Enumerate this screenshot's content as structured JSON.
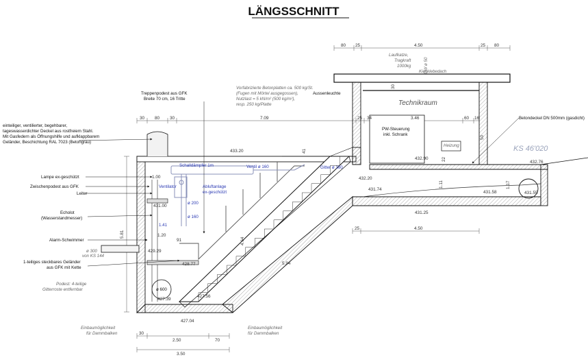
{
  "title": "LÄNGSSCHNITT",
  "room_label": "Technikraum",
  "structure_label": "KS 46'020",
  "notes": {
    "deckel": [
      "einteiliger, ventilierter, begehbarer,",
      "tageswasserdichter Deckel aus rostfreiem Stahl.",
      "Mit Gasfedern als Öffnungshilfe und aufklappbarem",
      "Geländer, Beschichtung RAL 7023 (Betongrau)"
    ],
    "lampe": "Lampe ex-geschützt",
    "zwischenpodest": "Zwischenpodest aus GFK",
    "leiter": "Leiter",
    "echolot": [
      "Echolot",
      "(Wasserstandmesser)"
    ],
    "alarm": "Alarm-Schwimmer",
    "gelaender": [
      "1-teiliges steckbares Geländer",
      "aus GFK mit Kette"
    ],
    "podest": [
      "Podest: 4-teilige",
      "Gitterroste entfernbar"
    ],
    "treppenpodest": [
      "Treppenpodest aus GFK",
      "Breite 70 cm, 16 Tritte"
    ],
    "betonplatten": [
      "Vorfabrizierte Betonplatten ca. 500 kg/St.",
      "(Fugen mit Mörtel ausgegossen),",
      "Nutzlast = 5 kN/m² (500 kg/m²),",
      "resp. 250 kg/Platte"
    ],
    "aussenleuchte": "Aussenleuchte",
    "laufkatze": [
      "Laufkatze,",
      "Tragkraft",
      "1000kg"
    ],
    "kiesklebedach": "Kiesklebedach",
    "betondeckel": "Betondeckel DN 500mm (gasdicht)",
    "pw_steuerung": [
      "PW-Steuerung",
      "inkl. Schrank"
    ],
    "heizung": "Heizung",
    "dw": "DW ø 50",
    "einbau_left": [
      "Einbaumöglichkeit",
      "für Dammbalken"
    ],
    "einbau_right": [
      "Einbaumöglichkeit",
      "für Dammbalken"
    ],
    "rohr": [
      "ø 300",
      "von KS 144"
    ]
  },
  "blue_labels": {
    "schalldaempfer": "Schalldämpfer 1m",
    "ventil": "Ventil ø 160",
    "gitter": "Gitter ø 160",
    "ventilator": "Ventilator",
    "abluftanlage": [
      "Abluftanlage",
      "ex-geschützt"
    ],
    "d200": "ø 200",
    "d160": "ø 160",
    "d600": "ø 600"
  },
  "elevations": [
    "433.20",
    "432.90",
    "432.76",
    "432.20",
    "431.74",
    "431.58",
    "431.55",
    "431.25",
    "431.00",
    "1.41",
    "429.29",
    "428.77",
    "427.56",
    "427.39",
    "427.04"
  ],
  "top_dims_left": [
    "30",
    "80",
    "30",
    "7.09"
  ],
  "top_dims_right": [
    "80",
    "25",
    "4.50",
    "25",
    "80"
  ],
  "inner_dims_right": [
    "25",
    "34",
    "3.46",
    "60",
    "16"
  ],
  "mid_dims_right": [
    "25",
    "4.50"
  ],
  "bottom_dims": [
    "30",
    "2.50",
    "70",
    "3.50"
  ],
  "side_dims": [
    "5.81",
    "1.00",
    "1.20",
    "91",
    "4.64",
    "5.94",
    "1.11",
    "41",
    "30",
    "22",
    "1.17",
    "50"
  ]
}
